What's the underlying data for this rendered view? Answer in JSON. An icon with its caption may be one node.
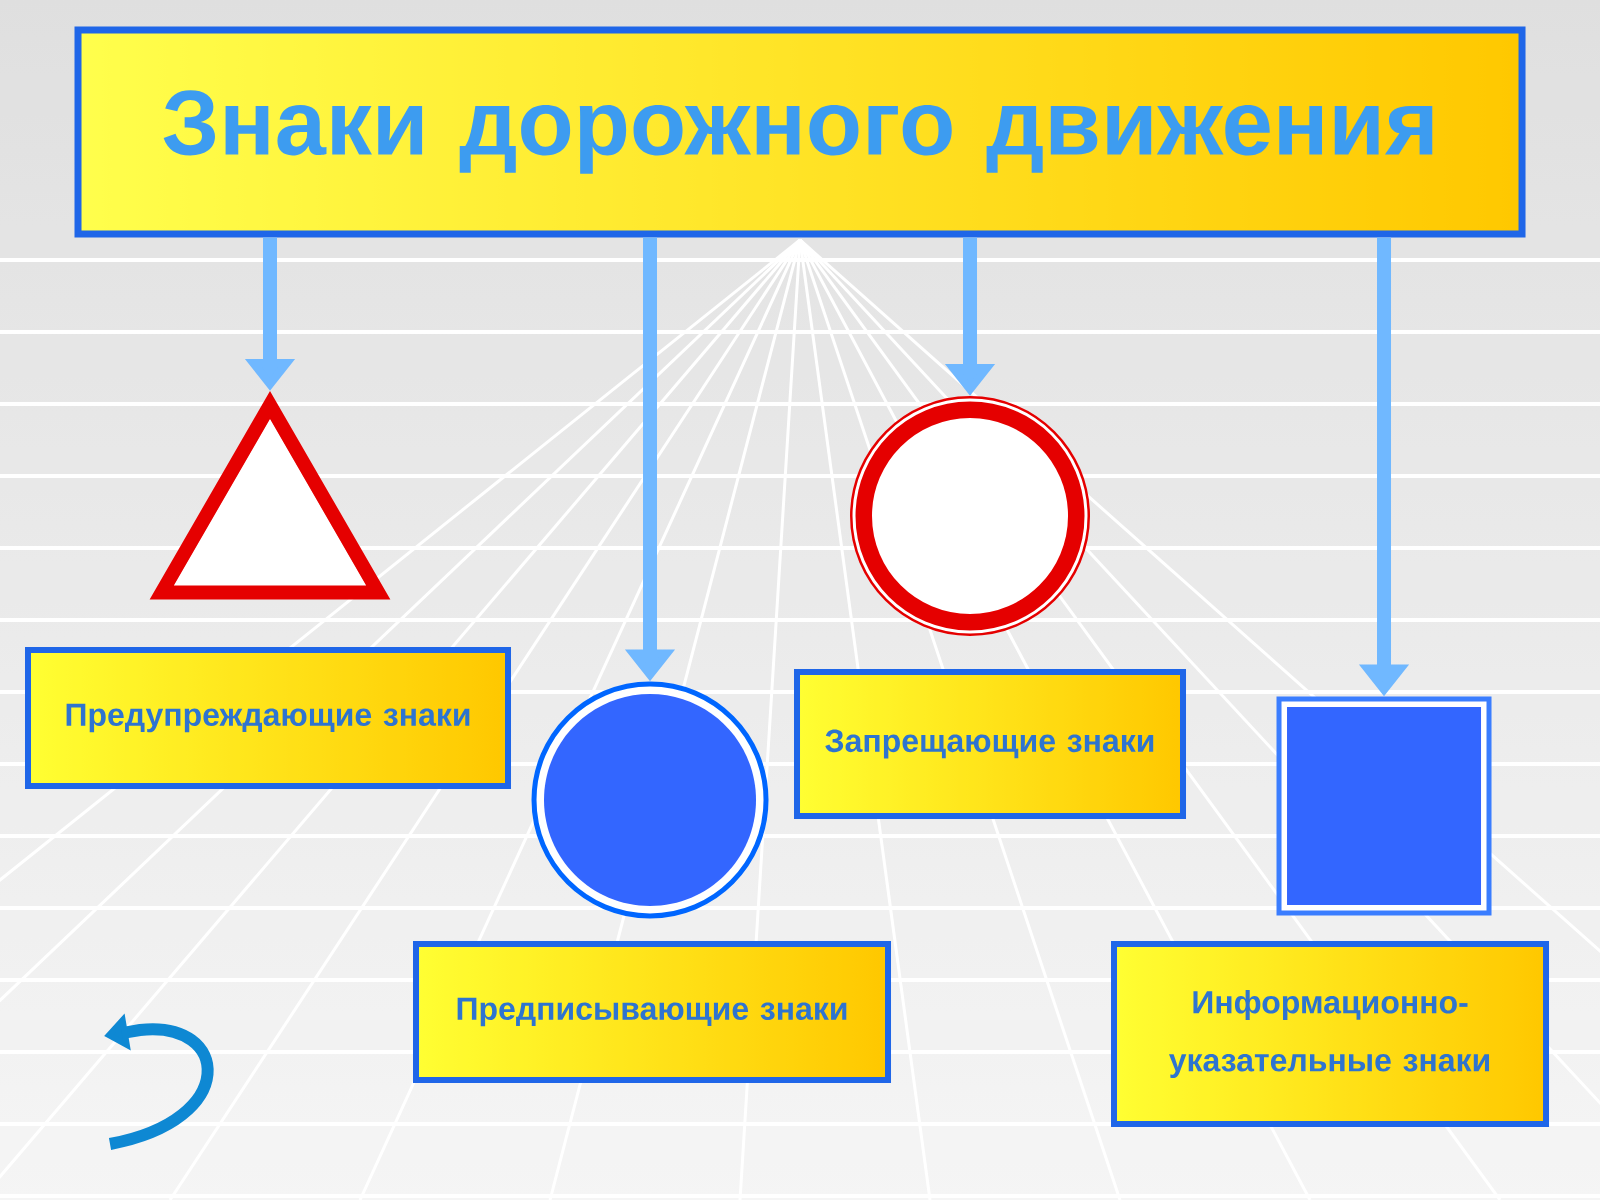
{
  "diagram": {
    "nodes": [
      {
        "text": [
          "Знаки дорожного движения"
        ]
      },
      {
        "text": [],
        "shape": "triangle"
      },
      {
        "text": [],
        "shape": "circle"
      },
      {
        "text": [],
        "shape": "circle"
      },
      {
        "text": [],
        "shape": "box"
      },
      {
        "text": [
          "Предупреждающие знаки"
        ]
      },
      {
        "text": [
          "Запрещающие знаки"
        ]
      },
      {
        "text": [
          "Предписывающие знаки"
        ]
      },
      {
        "text": [
          "Информационно-указательные знаки"
        ]
      }
    ],
    "edges": [
      {
        "from": 0,
        "to": 1,
        "arrow": "to"
      },
      {
        "from": 0,
        "to": 2,
        "arrow": "to"
      },
      {
        "from": 0,
        "to": 3,
        "arrow": "to"
      },
      {
        "from": 0,
        "to": 4,
        "arrow": "to"
      }
    ]
  }
}
